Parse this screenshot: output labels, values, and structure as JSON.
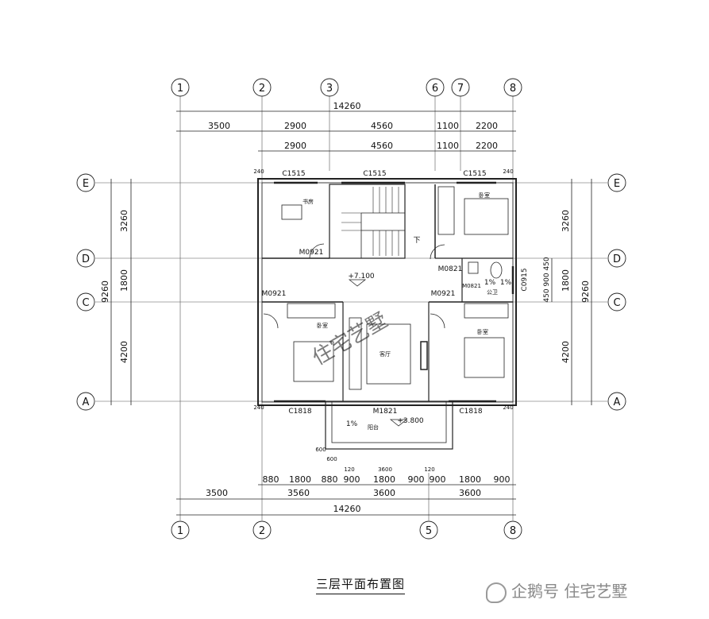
{
  "axes_top": [
    "1",
    "2",
    "3",
    "6",
    "7",
    "8"
  ],
  "axes_bottom": [
    "1",
    "2",
    "5",
    "8"
  ],
  "axes_side": [
    "E",
    "D",
    "C",
    "A"
  ],
  "dims": {
    "top_total": "14260",
    "top_row1": [
      "3500",
      "2900",
      "4560",
      "1100",
      "2200"
    ],
    "top_row2": [
      "2900",
      "4560",
      "1100",
      "2200"
    ],
    "bottom_row1": [
      "880",
      "1800",
      "880",
      "900",
      "1800",
      "900",
      "900",
      "1800",
      "900"
    ],
    "bottom_row2": [
      "3500",
      "3560",
      "3600",
      "3600"
    ],
    "bottom_total": "14260",
    "left_outer": "9260",
    "left_inner": [
      "3260",
      "1800",
      "4200"
    ],
    "right_inner": [
      "3260",
      "1800",
      "4200"
    ],
    "right_outer": "9260",
    "right_small": "450 900 450"
  },
  "labels": {
    "windows": [
      "C1515",
      "C1515",
      "C1515",
      "C1818",
      "C1818",
      "C0915"
    ],
    "doors": [
      "M0921",
      "M0921",
      "M0921",
      "M0821",
      "M0821",
      "M1821"
    ],
    "rooms": {
      "study": "书房",
      "bed_left": "卧室",
      "bed_right_top": "卧室",
      "bed_right_bottom": "卧室",
      "living": "客厅",
      "bath": "公卫",
      "balcony": "阳台",
      "down": "下"
    },
    "levels": [
      "+7.100",
      "+3.800"
    ],
    "slopes": [
      "1%",
      "1%",
      "1%"
    ],
    "small_dims": [
      "240",
      "240",
      "240",
      "240",
      "600",
      "600",
      "120",
      "3600",
      "120"
    ]
  },
  "watermark": "住宅艺墅",
  "caption": "三层平面布置图",
  "brand": "企鹅号 住宅艺墅"
}
